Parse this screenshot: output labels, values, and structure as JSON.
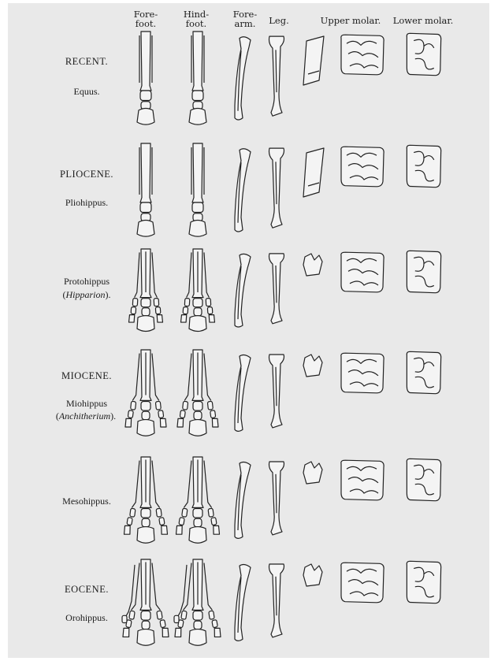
{
  "headers": {
    "forefoot": [
      "Fore-",
      "foot."
    ],
    "hindfoot": [
      "Hind-",
      "foot."
    ],
    "forearm": [
      "Fore-",
      "arm."
    ],
    "leg": "Leg.",
    "upper_molar": "Upper molar.",
    "lower_molar": "Lower molar."
  },
  "rows": [
    {
      "epoch": "RECENT.",
      "genus": "Equus.",
      "alt": ""
    },
    {
      "epoch": "PLIOCENE.",
      "genus": "Pliohippus.",
      "alt": ""
    },
    {
      "epoch": "",
      "genus": "Protohippus",
      "alt": "Hipparion"
    },
    {
      "epoch": "MIOCENE.",
      "genus": "Miohippus",
      "alt": "Anchitherium"
    },
    {
      "epoch": "",
      "genus": "Mesohippus.",
      "alt": ""
    },
    {
      "epoch": "EOCENE.",
      "genus": "Orohippus.",
      "alt": ""
    }
  ]
}
